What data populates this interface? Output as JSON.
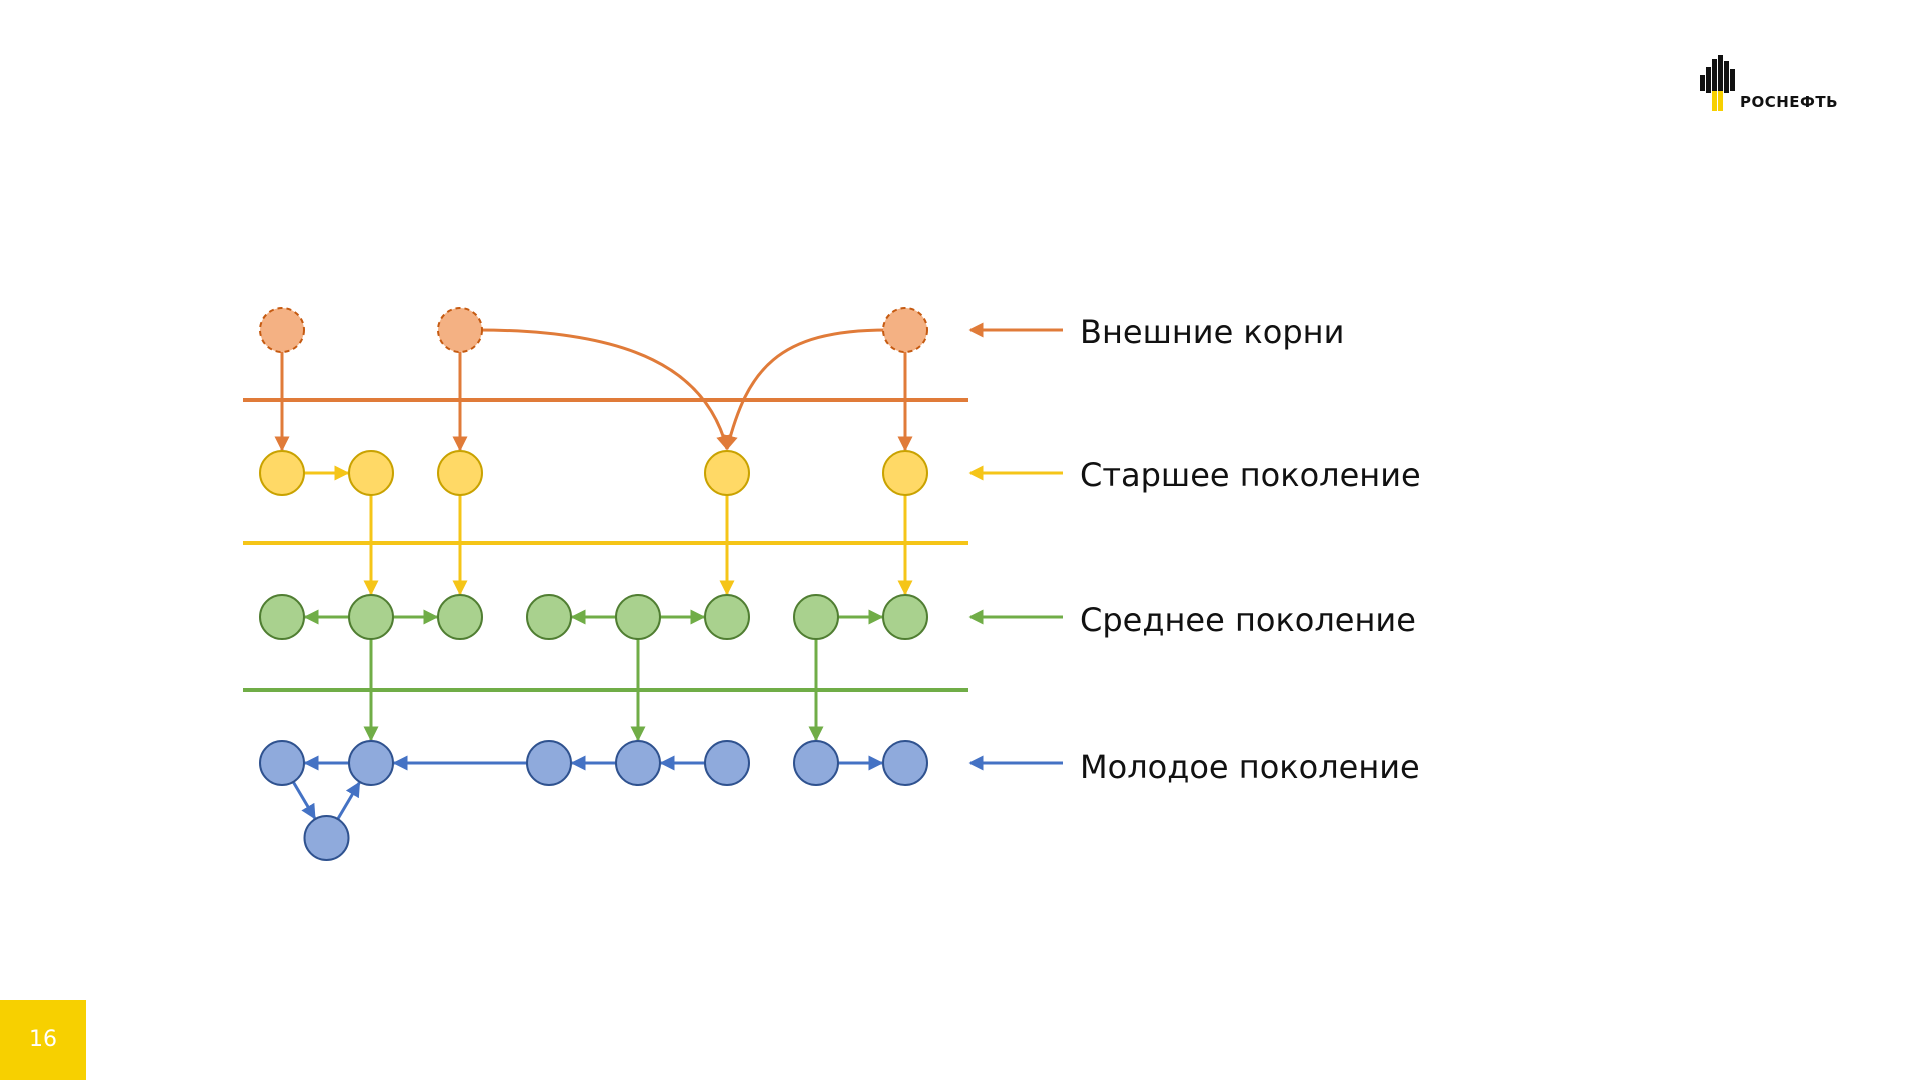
{
  "slide": {
    "page_number": "16",
    "logo": {
      "text": "РОСНЕФТЬ",
      "icon": "rosneft-logo-icon"
    }
  },
  "colors": {
    "roots": "#e07b39",
    "roots_fill": "#f4b183",
    "senior": "#f5c518",
    "senior_fill": "#ffd966",
    "middle": "#70ad47",
    "middle_fill": "#a9d18e",
    "junior": "#4472c4",
    "junior_fill": "#8faadc",
    "brand_yellow": "#f7d000"
  },
  "diagram": {
    "levels": [
      {
        "id": "roots",
        "label": "Внешние корни"
      },
      {
        "id": "senior",
        "label": "Старшее поколение"
      },
      {
        "id": "middle",
        "label": "Среднее поколение"
      },
      {
        "id": "junior",
        "label": "Молодое поколение"
      }
    ],
    "nodes": [
      {
        "id": "r1",
        "level": "roots",
        "col": 0,
        "dashed": true
      },
      {
        "id": "r2",
        "level": "roots",
        "col": 2,
        "dashed": true
      },
      {
        "id": "r3",
        "level": "roots",
        "col": 7,
        "dashed": true
      },
      {
        "id": "s1",
        "level": "senior",
        "col": 0
      },
      {
        "id": "s2",
        "level": "senior",
        "col": 1
      },
      {
        "id": "s3",
        "level": "senior",
        "col": 2
      },
      {
        "id": "s4",
        "level": "senior",
        "col": 5
      },
      {
        "id": "s5",
        "level": "senior",
        "col": 7
      },
      {
        "id": "m1",
        "level": "middle",
        "col": 0
      },
      {
        "id": "m2",
        "level": "middle",
        "col": 1
      },
      {
        "id": "m3",
        "level": "middle",
        "col": 2
      },
      {
        "id": "m4",
        "level": "middle",
        "col": 3
      },
      {
        "id": "m5",
        "level": "middle",
        "col": 4
      },
      {
        "id": "m6",
        "level": "middle",
        "col": 5
      },
      {
        "id": "m7",
        "level": "middle",
        "col": 6
      },
      {
        "id": "m8",
        "level": "middle",
        "col": 7
      },
      {
        "id": "j1",
        "level": "junior",
        "col": 0
      },
      {
        "id": "j2",
        "level": "junior",
        "col": 1
      },
      {
        "id": "j3",
        "level": "junior",
        "col": 3
      },
      {
        "id": "j4",
        "level": "junior",
        "col": 4
      },
      {
        "id": "j5",
        "level": "junior",
        "col": 5
      },
      {
        "id": "j6",
        "level": "junior",
        "col": 6
      },
      {
        "id": "j7",
        "level": "junior",
        "col": 7
      },
      {
        "id": "j8",
        "level": "junior",
        "col": 0.5,
        "sub": true
      }
    ],
    "edges": [
      {
        "from": "r1",
        "to": "s1",
        "color": "roots"
      },
      {
        "from": "r2",
        "to": "s3",
        "color": "roots"
      },
      {
        "from": "r3",
        "to": "s5",
        "color": "roots"
      },
      {
        "from": "r2",
        "to": "s4",
        "color": "roots",
        "curve": true
      },
      {
        "from": "r3",
        "to": "s4",
        "color": "roots",
        "curve": true
      },
      {
        "from": "s1",
        "to": "s2",
        "color": "senior"
      },
      {
        "from": "s2",
        "to": "m2",
        "color": "senior"
      },
      {
        "from": "s3",
        "to": "m3",
        "color": "senior"
      },
      {
        "from": "s4",
        "to": "m6",
        "color": "senior"
      },
      {
        "from": "s5",
        "to": "m8",
        "color": "senior"
      },
      {
        "from": "m2",
        "to": "m1",
        "color": "middle"
      },
      {
        "from": "m2",
        "to": "m3",
        "color": "middle"
      },
      {
        "from": "m5",
        "to": "m4",
        "color": "middle"
      },
      {
        "from": "m5",
        "to": "m6",
        "color": "middle"
      },
      {
        "from": "m7",
        "to": "m8",
        "color": "middle"
      },
      {
        "from": "m2",
        "to": "j2",
        "color": "middle"
      },
      {
        "from": "m5",
        "to": "j4",
        "color": "middle"
      },
      {
        "from": "m7",
        "to": "j6",
        "color": "middle"
      },
      {
        "from": "j2",
        "to": "j1",
        "color": "junior"
      },
      {
        "from": "j3",
        "to": "j2",
        "color": "junior"
      },
      {
        "from": "j4",
        "to": "j3",
        "color": "junior"
      },
      {
        "from": "j5",
        "to": "j4",
        "color": "junior"
      },
      {
        "from": "j6",
        "to": "j7",
        "color": "junior"
      },
      {
        "from": "j1",
        "to": "j8",
        "color": "junior"
      },
      {
        "from": "j8",
        "to": "j2",
        "color": "junior"
      }
    ]
  }
}
